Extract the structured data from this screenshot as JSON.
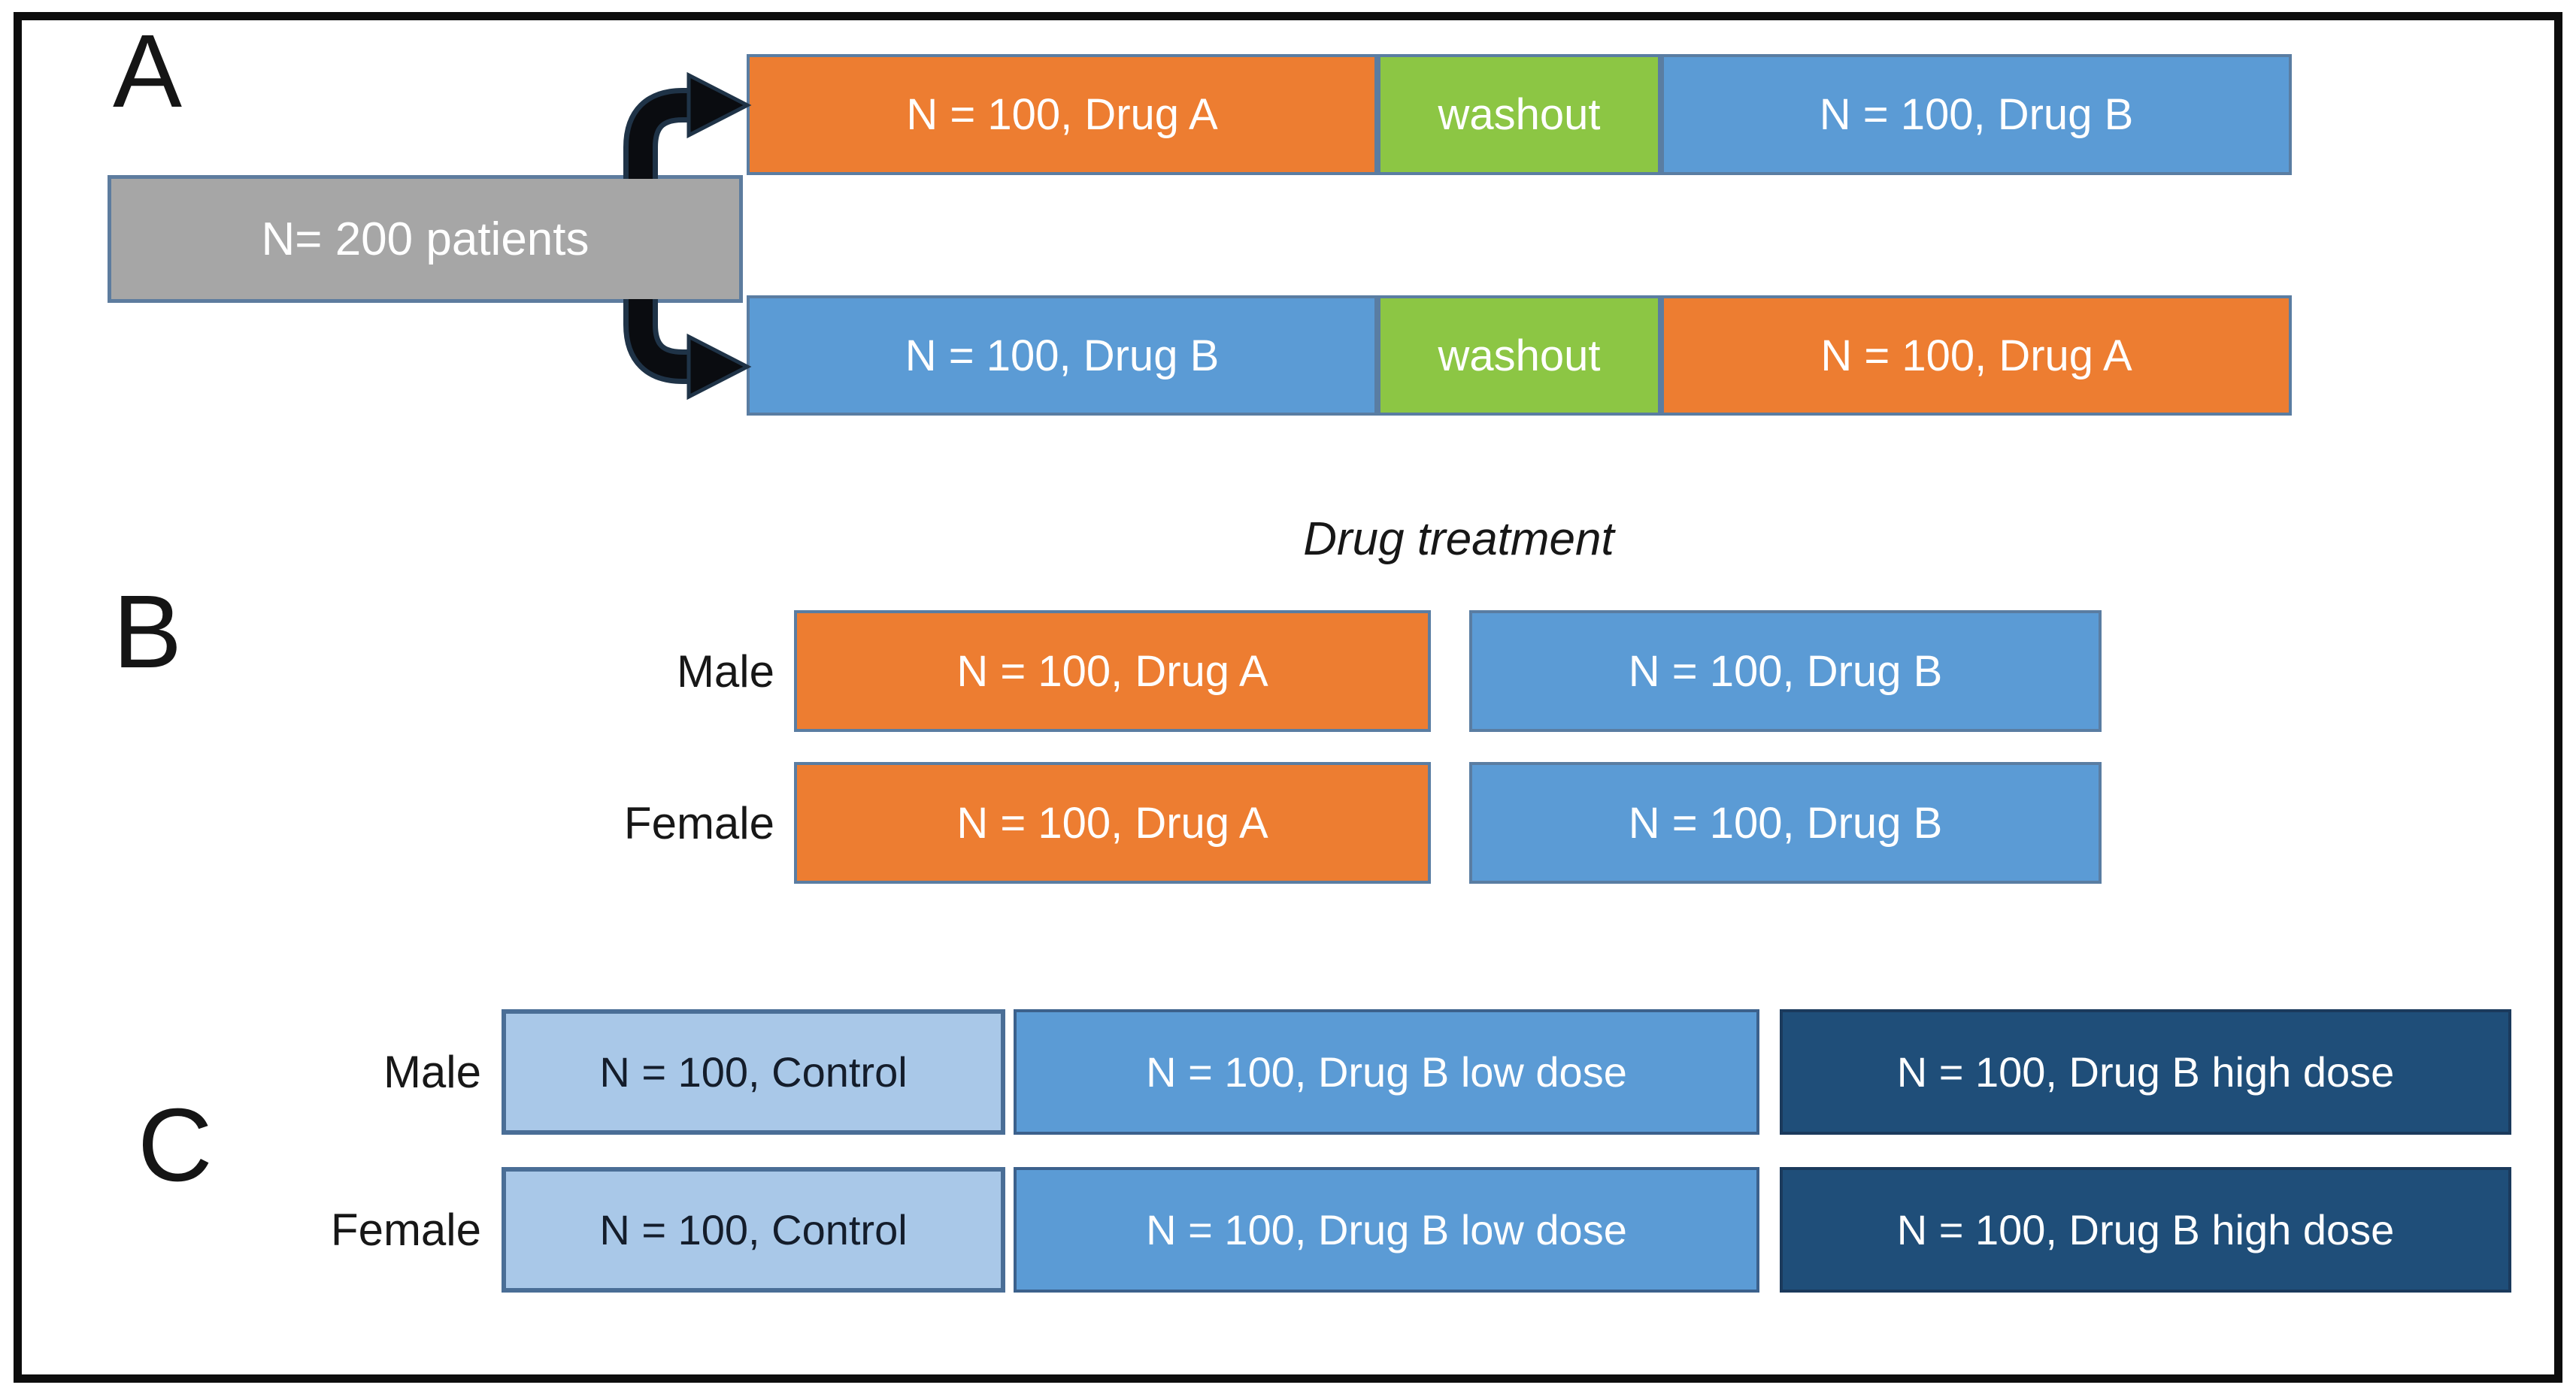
{
  "figure": {
    "background": "#ffffff",
    "frame_color": "#0d0d0d"
  },
  "colors": {
    "orange": "#ED7D31",
    "green": "#8CC644",
    "blue": "#5B9BD5",
    "grey": "#A6A6A6",
    "light_blue": "#A9C8E8",
    "medium_blue": "#5B9BD5",
    "dark_blue": "#1F4E79",
    "box_border": "#5A7DA2",
    "arrow_black": "#0a0c10",
    "arrow_outline": "#1f3347"
  },
  "panel_a": {
    "label": "A",
    "pool_box": {
      "text": "N= 200 patients"
    },
    "sequence1": [
      {
        "text": "N = 100, Drug A"
      },
      {
        "text": "washout"
      },
      {
        "text": "N = 100, Drug B"
      }
    ],
    "sequence2": [
      {
        "text": "N = 100, Drug B"
      },
      {
        "text": "washout"
      },
      {
        "text": "N = 100, Drug A"
      }
    ]
  },
  "panel_b": {
    "label": "B",
    "title": "Drug treatment",
    "rows": [
      {
        "label": "Male",
        "boxes": [
          {
            "text": "N = 100, Drug A"
          },
          {
            "text": "N = 100, Drug B"
          }
        ]
      },
      {
        "label": "Female",
        "boxes": [
          {
            "text": "N = 100, Drug A"
          },
          {
            "text": "N = 100, Drug B"
          }
        ]
      }
    ]
  },
  "panel_c": {
    "label": "C",
    "rows": [
      {
        "label": "Male",
        "boxes": [
          {
            "text": "N = 100, Control"
          },
          {
            "text": "N = 100, Drug B low dose"
          },
          {
            "text": "N = 100, Drug B high dose"
          }
        ]
      },
      {
        "label": "Female",
        "boxes": [
          {
            "text": "N = 100, Control"
          },
          {
            "text": "N = 100, Drug B low dose"
          },
          {
            "text": "N = 100, Drug B high dose"
          }
        ]
      }
    ]
  }
}
